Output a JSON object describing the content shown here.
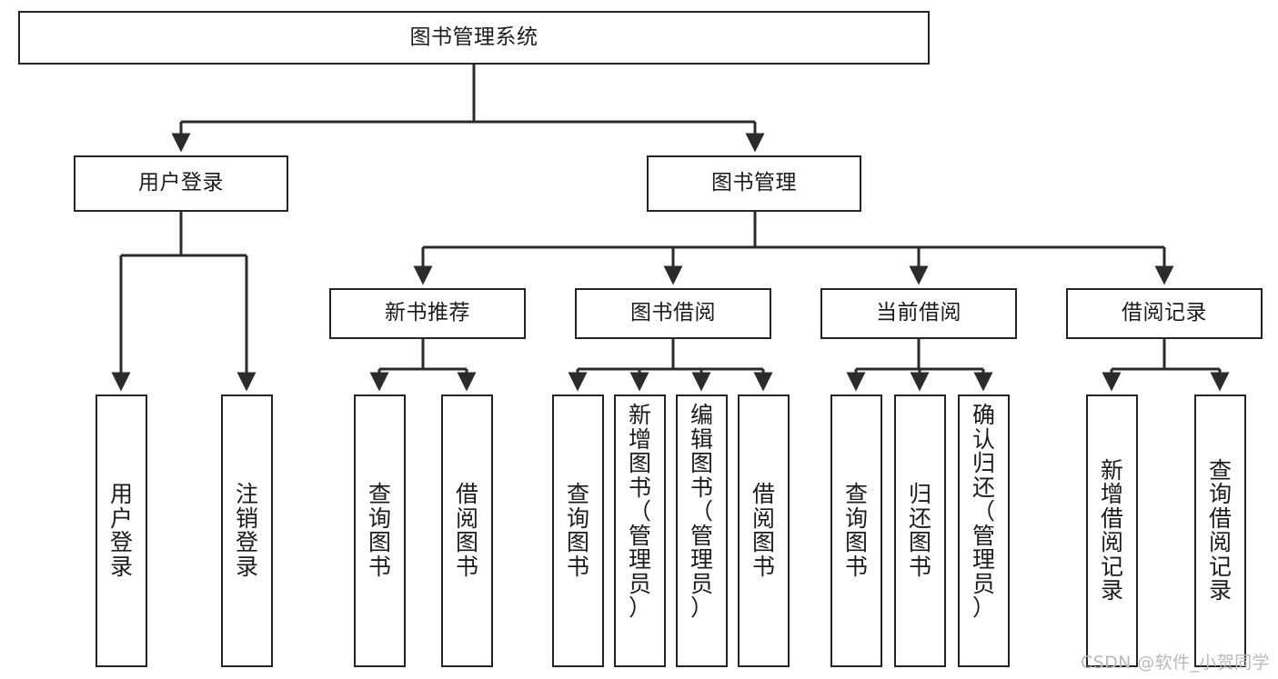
{
  "diagram": {
    "title": "图书管理系统",
    "type": "hierarchy-tree",
    "colors": {
      "box_border": "#252525",
      "box_fill": "#ffffff",
      "edge": "#2b2b2b",
      "text": "#1b1b1b",
      "watermark": "#b9b9b9",
      "background": "#ffffff"
    },
    "levels": {
      "root": "图书管理系统",
      "level1": [
        "用户登录",
        "图书管理"
      ],
      "level2": [
        "新书推荐",
        "图书借阅",
        "当前借阅",
        "借阅记录"
      ],
      "leaves": [
        "用户登录",
        "注销登录",
        "查询图书",
        "借阅图书",
        "查询图书",
        "新增图书（管理员）",
        "编辑图书（管理员）",
        "借阅图书",
        "查询图书",
        "归还图书",
        "确认归还（管理员）",
        "新增借阅记录",
        "查询借阅记录"
      ]
    },
    "nodes": {
      "root": {
        "label": "图书管理系统"
      },
      "user_login": {
        "label": "用户登录"
      },
      "book_manage": {
        "label": "图书管理"
      },
      "new_book_rec": {
        "label": "新书推荐"
      },
      "book_borrow": {
        "label": "图书借阅"
      },
      "current_borrow": {
        "label": "当前借阅"
      },
      "borrow_record": {
        "label": "借阅记录"
      },
      "leaf_user_login": {
        "label": "用\n户\n登\n录"
      },
      "leaf_logout": {
        "label": "注\n销\n登\n录"
      },
      "leaf_query_book_1": {
        "label": "查\n询\n图\n书"
      },
      "leaf_borrow_book_1": {
        "label": "借\n阅\n图\n书"
      },
      "leaf_query_book_2": {
        "label": "查\n询\n图\n书"
      },
      "leaf_add_book": {
        "label": "新\n增\n图\n书\n（\n管\n理\n员\n）"
      },
      "leaf_edit_book": {
        "label": "编\n辑\n图\n书\n（\n管\n理\n员\n）"
      },
      "leaf_borrow_book_2": {
        "label": "借\n阅\n图\n书"
      },
      "leaf_query_book_3": {
        "label": "查\n询\n图\n书"
      },
      "leaf_return_book": {
        "label": "归\n还\n图\n书"
      },
      "leaf_confirm_return": {
        "label": "确\n认\n归\n还\n（\n管\n理\n员\n）"
      },
      "leaf_add_record": {
        "label": "新\n增\n借\n阅\n记\n录"
      },
      "leaf_query_record": {
        "label": "查\n询\n借\n阅\n记\n录"
      }
    },
    "watermark": "CSDN @软件_小贺同学"
  }
}
